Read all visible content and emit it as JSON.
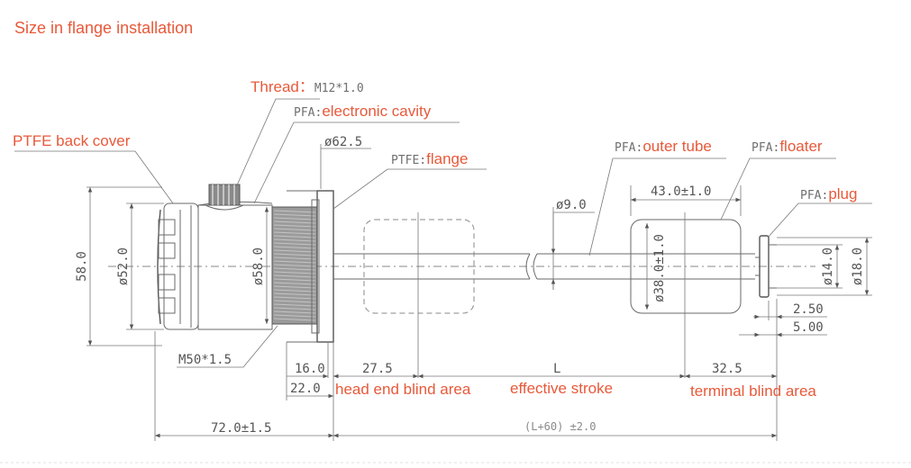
{
  "title": "Size in flange installation",
  "callouts": {
    "thread_label": "Thread",
    "thread_sep": "：",
    "thread_value": "M12*1.0",
    "ptfe_back_cover": "PTFE back cover",
    "pfa_prefix_cavity": "PFA:",
    "electronic_cavity": "electronic cavity",
    "ptfe_prefix_flange": "PTFE:",
    "flange": "flange",
    "pfa_prefix_tube": "PFA:",
    "outer_tube": "outer tube",
    "pfa_prefix_floater": "PFA:",
    "floater": "floater",
    "pfa_prefix_plug": "PFA:",
    "plug": "plug",
    "m50": "M50*1.5"
  },
  "dimensions": {
    "d62_5": "ø62.5",
    "d9_0": "ø9.0",
    "len43": "43.0±1.0",
    "h58": "58.0",
    "d52": "ø52.0",
    "d58": "ø58.0",
    "d38": "ø38.0±1.0",
    "d14": "ø14.0",
    "d18": "ø18.0",
    "d2_50": "2.50",
    "d5_00": "5.00",
    "len16": "16.0",
    "len22": "22.0",
    "len27_5": "27.5",
    "lenL": "L",
    "len32_5": "32.5",
    "len72": "72.0±1.5",
    "lenL60": "(L+60) ±2.0"
  },
  "areas": {
    "head_end": "head end blind area",
    "effective": "effective stroke",
    "terminal": "terminal blind area"
  }
}
